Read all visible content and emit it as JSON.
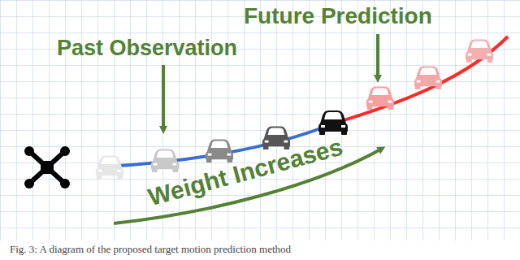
{
  "diagram": {
    "caption": "Fig. 3: A diagram of the proposed target motion prediction method",
    "labels": [
      "Future Prediction",
      "Past Observation",
      "Weight Increases"
    ]
  }
}
